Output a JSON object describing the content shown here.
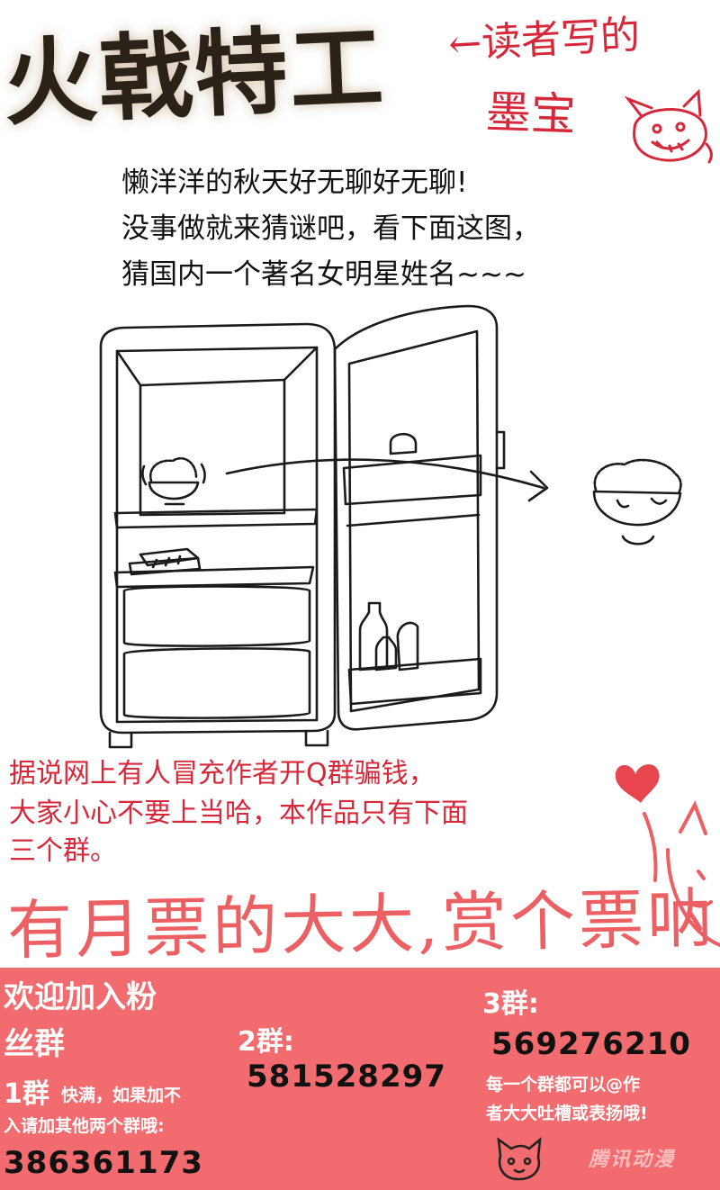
{
  "header": {
    "title": "火戟特工",
    "reader_note": "←读者写的",
    "reader_note2": "墨宝"
  },
  "puzzle": {
    "lines": [
      "懒洋洋的秋天好无聊好无聊!",
      "没事做就来猜谜吧，看下面这图，",
      "猜国内一个著名女明星姓名~~~"
    ]
  },
  "notice": {
    "lines": [
      "据说网上有人冒充作者开Q群骗钱，",
      "大家小心不要上当哈，本作品只有下面",
      "三个群。"
    ],
    "vote_line": "有月票的大大,赏个票呐"
  },
  "groups": {
    "welcome_line1": "欢迎加入粉",
    "welcome_line2": "丝群",
    "group1_label": "1群",
    "group1_note1": "快满，如果加不",
    "group1_note2": "入请加其他两个群哦:",
    "group1_number": "386361173",
    "group2_label": "2群:",
    "group2_number": "581528297",
    "group3_label": "3群:",
    "group3_number": "569276210",
    "footer_line1": "每一个群都可以@作",
    "footer_line2": "者大大吐槽或表扬哦!"
  },
  "watermark": "腾讯动漫",
  "colors": {
    "accent_red": "#d6283a",
    "panel_pink": "#f26b6e",
    "ink": "#111111"
  }
}
